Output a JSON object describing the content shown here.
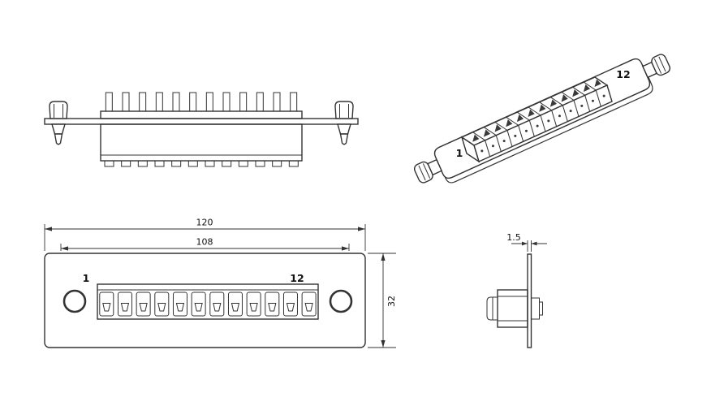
{
  "drawing": {
    "front": {
      "dim_overall_width": "120",
      "dim_hole_spacing": "108",
      "dim_height": "32",
      "port_first": "1",
      "port_last": "12"
    },
    "iso": {
      "port_first": "1",
      "port_last": "12"
    },
    "section": {
      "dim_thickness": "1.5"
    },
    "colors": {
      "line": "#333333",
      "background": "#ffffff",
      "latch_fill": "#3a3a3a"
    }
  }
}
